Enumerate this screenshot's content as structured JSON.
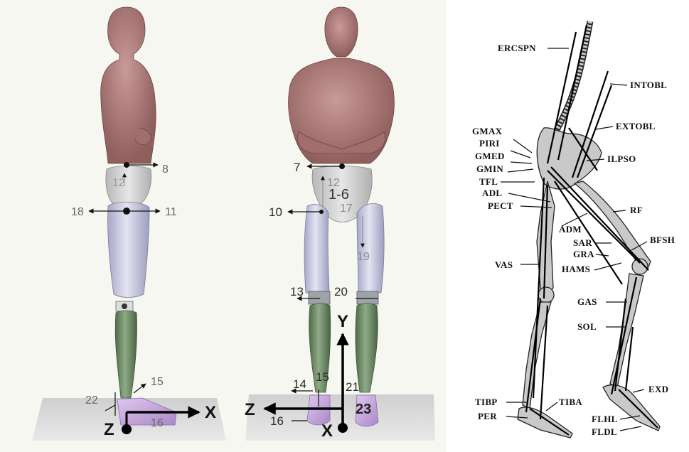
{
  "left_model": {
    "labels": {
      "l8": "8",
      "l12": "12",
      "l18": "18",
      "l11": "11",
      "l15": "15",
      "l22": "22",
      "l16": "16"
    },
    "axes": {
      "x": "X",
      "z": "Z"
    }
  },
  "front_model": {
    "labels": {
      "l7": "7",
      "l12": "12",
      "l1_6": "1-6",
      "l17": "17",
      "l10": "10",
      "l19": "19",
      "l13": "13",
      "l20": "20",
      "l14": "14",
      "l15": "15",
      "l21": "21",
      "l16": "16",
      "l23": "23"
    },
    "axes": {
      "y": "Y",
      "z": "Z",
      "x": "X"
    }
  },
  "muscle_labels": {
    "ercspn": "ERCSPN",
    "intobl": "INTOBL",
    "extobl": "EXTOBL",
    "gmax": "GMAX",
    "piri": "PIRI",
    "gmed": "GMED",
    "gmin": "GMIN",
    "ilpso": "ILPSO",
    "tfl": "TFL",
    "adl": "ADL",
    "pect": "PECT",
    "rf": "RF",
    "adm": "ADM",
    "bfsh": "BFSH",
    "sar": "SAR",
    "gra": "GRA",
    "vas": "VAS",
    "hams": "HAMS",
    "gas": "GAS",
    "sol": "SOL",
    "exd": "EXD",
    "tibp": "TIBP",
    "tiba": "TIBA",
    "per": "PER",
    "flhl": "FLHL",
    "fldl": "FLDL"
  }
}
